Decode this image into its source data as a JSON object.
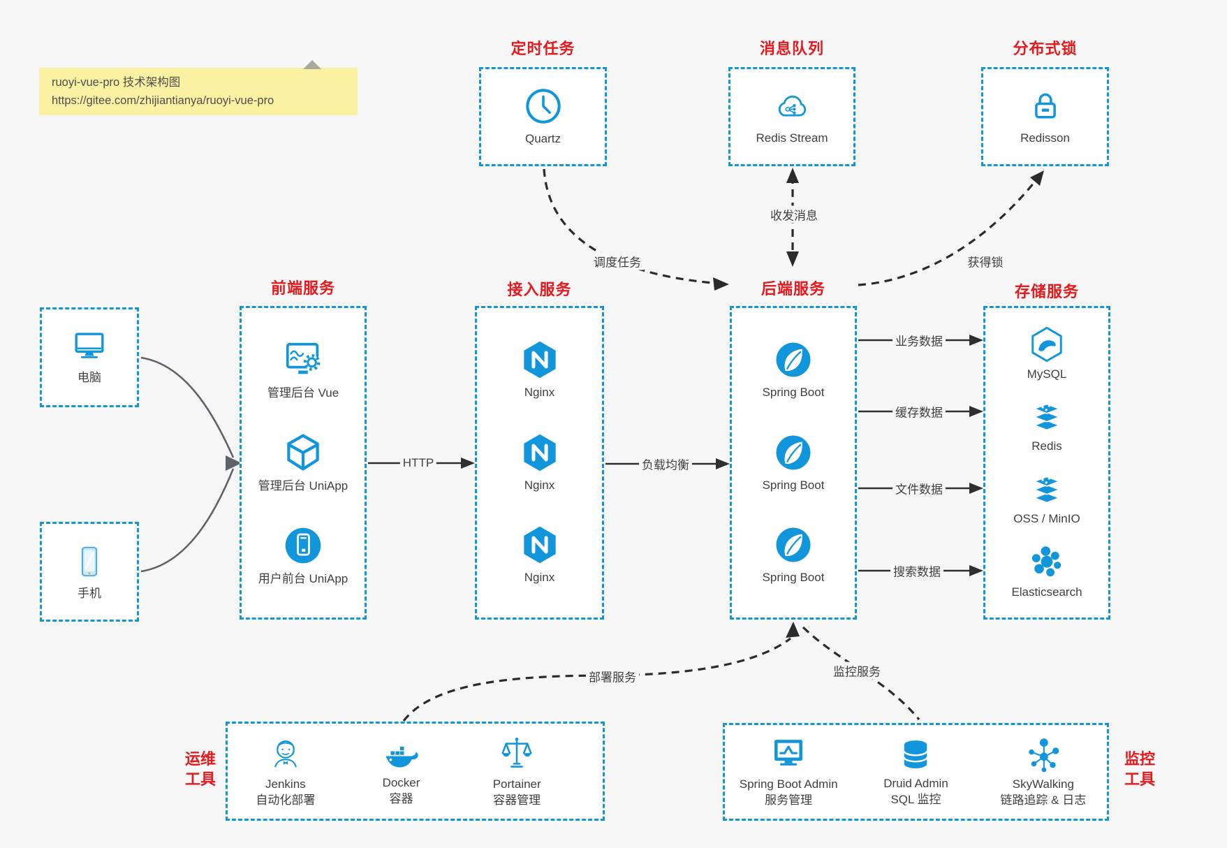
{
  "colors": {
    "accent": "#1296db",
    "title_red": "#e8191c",
    "text": "#3f3f3f",
    "note_bg": "#faf1a3",
    "arrow_dark": "#2f2f2f",
    "arrow_gray": "#5f6368"
  },
  "note": {
    "line1": "ruoyi-vue-pro 技术架构图",
    "line2": "https://gitee.com/zhijiantianya/ruoyi-vue-pro"
  },
  "clients": {
    "pc": "电脑",
    "phone": "手机"
  },
  "sections": {
    "scheduler": {
      "title": "定时任务",
      "items": [
        {
          "label": "Quartz",
          "icon": "clock-icon"
        }
      ]
    },
    "mq": {
      "title": "消息队列",
      "items": [
        {
          "label": "Redis Stream",
          "icon": "cloud-share-icon"
        }
      ]
    },
    "lock": {
      "title": "分布式锁",
      "items": [
        {
          "label": "Redisson",
          "icon": "lock-icon"
        }
      ]
    },
    "frontend": {
      "title": "前端服务",
      "items": [
        {
          "label": "管理后台 Vue",
          "icon": "admin-screen-gear-icon"
        },
        {
          "label": "管理后台 UniApp",
          "icon": "cube-icon"
        },
        {
          "label": "用户前台 UniApp",
          "icon": "mobile-app-circle-icon"
        }
      ]
    },
    "gateway": {
      "title": "接入服务",
      "items": [
        {
          "label": "Nginx",
          "icon": "nginx-icon"
        },
        {
          "label": "Nginx",
          "icon": "nginx-icon"
        },
        {
          "label": "Nginx",
          "icon": "nginx-icon"
        }
      ]
    },
    "backend": {
      "title": "后端服务",
      "items": [
        {
          "label": "Spring Boot",
          "icon": "spring-boot-icon"
        },
        {
          "label": "Spring Boot",
          "icon": "spring-boot-icon"
        },
        {
          "label": "Spring Boot",
          "icon": "spring-boot-icon"
        }
      ]
    },
    "storage": {
      "title": "存储服务",
      "items": [
        {
          "label": "MySQL",
          "icon": "mysql-icon"
        },
        {
          "label": "Redis",
          "icon": "redis-stack-icon"
        },
        {
          "label": "OSS / MinIO",
          "icon": "storage-stack-icon"
        },
        {
          "label": "Elasticsearch",
          "icon": "elasticsearch-icon"
        }
      ]
    },
    "ops": {
      "title1": "运维",
      "title2": "工具",
      "items": [
        {
          "name": "Jenkins",
          "desc": "自动化部署",
          "icon": "jenkins-icon"
        },
        {
          "name": "Docker",
          "desc": "容器",
          "icon": "docker-icon"
        },
        {
          "name": "Portainer",
          "desc": "容器管理",
          "icon": "scales-icon"
        }
      ]
    },
    "monitoring": {
      "title1": "监控",
      "title2": "工具",
      "items": [
        {
          "name": "Spring Boot Admin",
          "desc": "服务管理",
          "icon": "monitor-pulse-icon"
        },
        {
          "name": "Druid Admin",
          "desc": "SQL 监控",
          "icon": "database-icon"
        },
        {
          "name": "SkyWalking",
          "desc": "链路追踪 & 日志",
          "icon": "network-nodes-icon"
        }
      ]
    }
  },
  "edges": {
    "http": "HTTP",
    "load_balance": "负载均衡",
    "schedule_task": "调度任务",
    "send_receive_message": "收发消息",
    "acquire_lock": "获得锁",
    "business_data": "业务数据",
    "cache_data": "缓存数据",
    "file_data": "文件数据",
    "search_data": "搜索数据",
    "deploy_service": "部署服务",
    "monitor_service": "监控服务"
  }
}
